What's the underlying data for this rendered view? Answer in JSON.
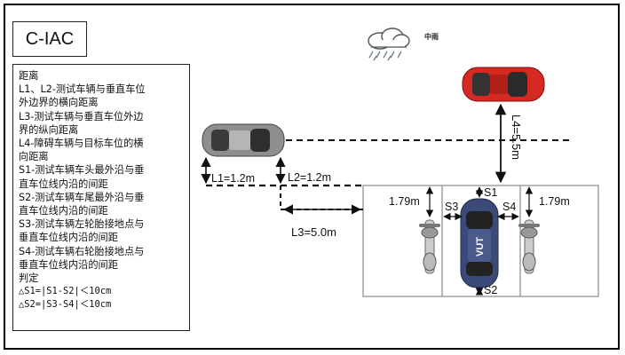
{
  "logo": "C-IAC",
  "weather": {
    "icon": "rain-cloud-icon",
    "label": "中雨"
  },
  "legend": {
    "lines": [
      "距离",
      "L1、L2-测试车辆与垂直车位",
      "外边界的横向距离",
      "L3-测试车辆与垂直车位外边",
      "界的纵向距离",
      "L4-障碍车辆与目标车位的横",
      "向距离",
      "S1-测试车辆车头最外沿与垂",
      "直车位线内沿的间距",
      "S2-测试车辆车尾最外沿与垂",
      "直车位线内沿的间距",
      "S3-测试车辆左轮胎接地点与",
      "垂直车位线内沿的间距",
      "S4-测试车辆右轮胎接地点与",
      "垂直车位线内沿的间距",
      "判定"
    ],
    "criteria": [
      "△S1=|S1-S2|＜10cm",
      "△S2=|S3-S4|＜10cm"
    ]
  },
  "measurements": {
    "l1": "L1=1.2m",
    "l2": "L2=1.2m",
    "l3": "L3=5.0m",
    "l4": "L4=5.5m",
    "moto_left": "1.79m",
    "moto_right": "1.79m",
    "s1": "S1",
    "s2": "S2",
    "s3": "S3",
    "s4": "S4"
  },
  "vehicles": {
    "vut_label": "VUT",
    "test_car_color": "#8e8e8e",
    "obstacle_car_color": "#d42a22",
    "vut_color": "#3b4a78"
  }
}
